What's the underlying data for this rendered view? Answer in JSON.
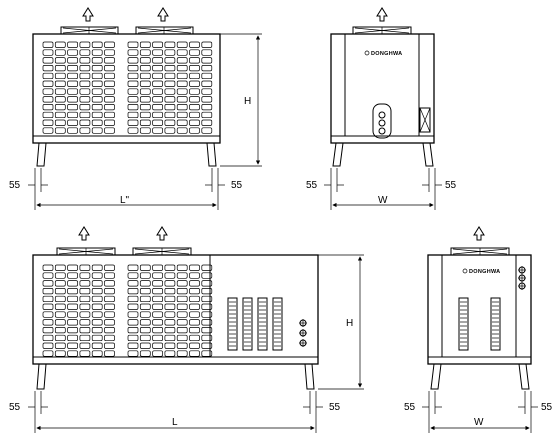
{
  "views": {
    "top_front": {
      "dim_left": "55",
      "dim_right": "55",
      "dim_length": "L\"",
      "dim_height": "H"
    },
    "top_side": {
      "dim_left": "55",
      "dim_right": "55",
      "dim_width": "W",
      "brand": "DONGHWA"
    },
    "bottom_front": {
      "dim_left": "55",
      "dim_right": "55",
      "dim_length": "L",
      "dim_height": "H"
    },
    "bottom_side": {
      "dim_left": "55",
      "dim_right": "55",
      "dim_width": "W",
      "brand": "DONGHWA"
    }
  },
  "icons": {
    "airflow": "arrow-up-icon",
    "fan": "fan-icon",
    "valve": "service-valve-icon",
    "brand_logo": "donghwa-logo-icon"
  }
}
